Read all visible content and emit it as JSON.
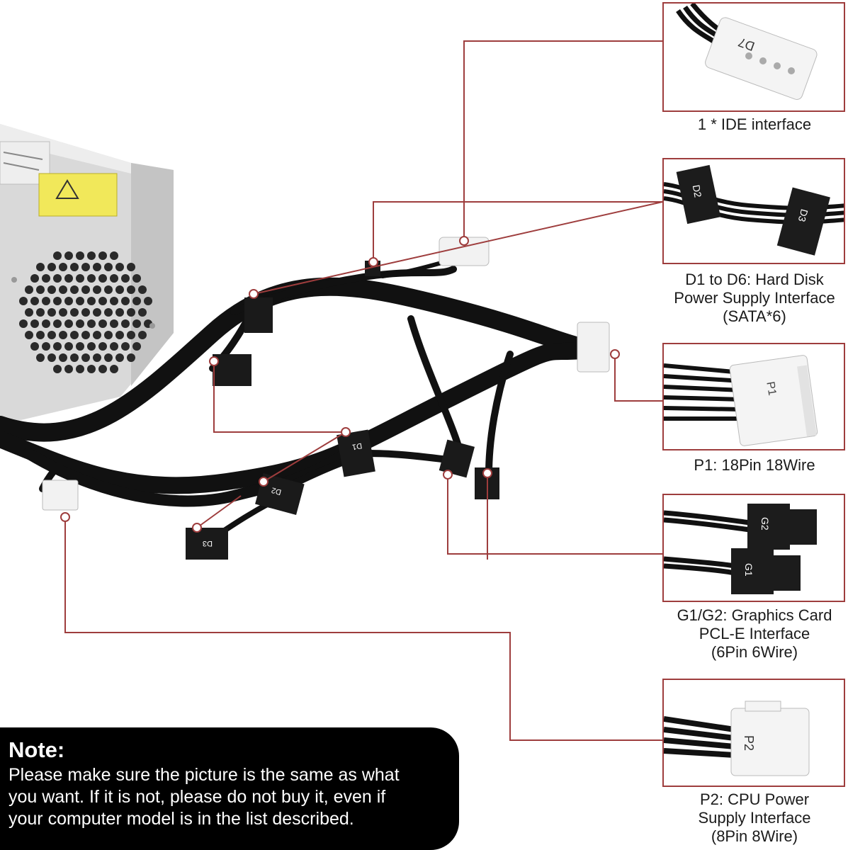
{
  "callouts": {
    "ide": {
      "caption": [
        "1 * IDE interface"
      ],
      "connector_label": "D7"
    },
    "sata": {
      "caption": [
        "D1 to D6: Hard Disk",
        "Power Supply Interface",
        "(SATA*6)"
      ],
      "connector_labels": [
        "D2",
        "D3"
      ]
    },
    "p1": {
      "caption": [
        "P1:  18Pin 18Wire"
      ],
      "connector_label": "P1"
    },
    "gpu": {
      "caption": [
        "G1/G2: Graphics Card",
        "PCL-E Interface",
        "(6Pin 6Wire)"
      ],
      "connector_labels": [
        "G2",
        "G1"
      ]
    },
    "p2": {
      "caption": [
        "P2: CPU Power",
        "Supply Interface",
        "(8Pin 8Wire)"
      ],
      "connector_label": "P2"
    }
  },
  "photo_labels": {
    "d1": "D1",
    "d2": "D2",
    "d3": "D3"
  },
  "note": {
    "title": "Note:",
    "lines": [
      "Please make sure the picture is the same as what",
      "you want. If it is not, please do not buy it, even if",
      "your computer model is in the list described."
    ]
  },
  "colors": {
    "accent_line": "#9e3d3d",
    "cable": "#111111",
    "connector_white": "#f2f2f2",
    "psu_silver": "#d6d6d6",
    "note_bg": "#000000"
  },
  "icons": [
    "power-supply-unit",
    "cable-bundle",
    "molex-ide-connector",
    "sata-connector",
    "atx-18pin-connector",
    "pcie-6pin-connector",
    "cpu-8pin-connector"
  ]
}
